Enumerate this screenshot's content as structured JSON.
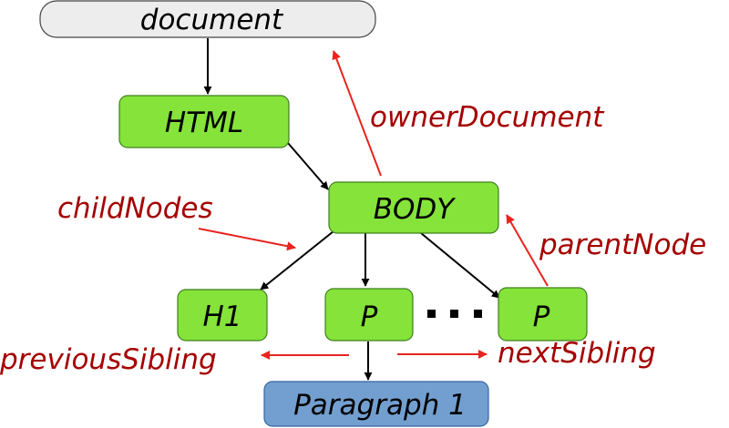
{
  "nodes": {
    "document": "document",
    "html": "HTML",
    "body": "BODY",
    "h1": "H1",
    "p_first": "P",
    "p_last": "P",
    "paragraph": "Paragraph 1"
  },
  "labels": {
    "owner_document": "ownerDocument",
    "child_nodes": "childNodes",
    "parent_node": "parentNode",
    "previous_sibling": "previousSibling",
    "next_sibling": "nextSibling"
  },
  "colors": {
    "element_fill": "#85e33a",
    "element_stroke": "#3f7f1f",
    "document_fill": "#ededed",
    "text_node_fill": "#729fcf",
    "label_red": "#a50000",
    "arrow_red": "#e8241f",
    "arrow_black": "#000000"
  }
}
